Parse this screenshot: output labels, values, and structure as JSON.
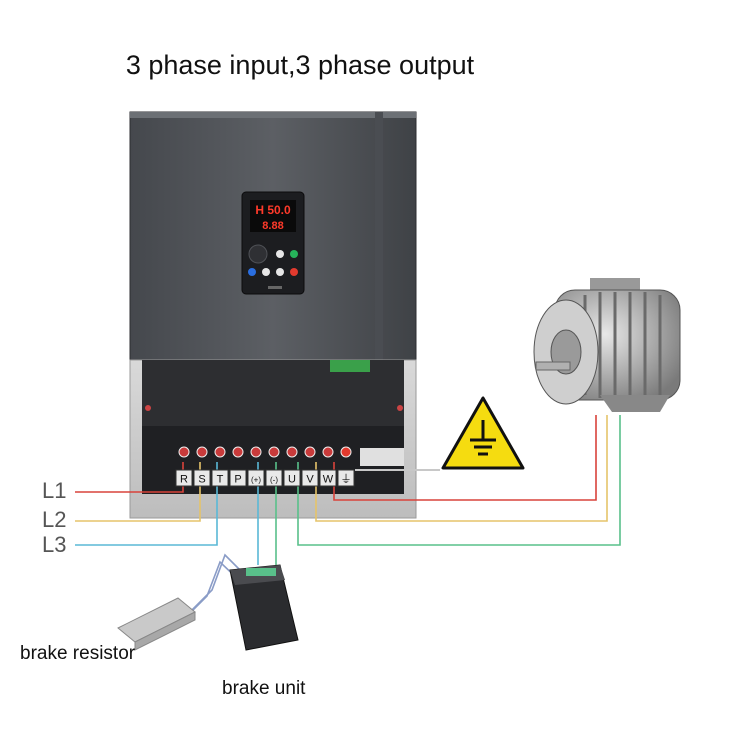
{
  "title": "3 phase input,3 phase output",
  "input_lines": [
    {
      "label": "L1",
      "color": "#d9433b"
    },
    {
      "label": "L2",
      "color": "#e5c46a"
    },
    {
      "label": "L3",
      "color": "#5ab8d6"
    }
  ],
  "terminals": [
    "R",
    "S",
    "T",
    "P",
    "(+)",
    "(-)",
    "U",
    "V",
    "W",
    "⏚"
  ],
  "display": {
    "top": "H 50.0",
    "bottom": "8.88"
  },
  "captions": {
    "brake_resistor": "brake resistor",
    "brake_unit": "brake unit"
  },
  "icons": {
    "ground_warning": "ground-warning-icon",
    "motor": "motor-icon"
  },
  "colors": {
    "housing": "#54575c",
    "housing_dark": "#3b3e42",
    "ground_yellow": "#f5dc10",
    "output_green": "#59c08a"
  }
}
